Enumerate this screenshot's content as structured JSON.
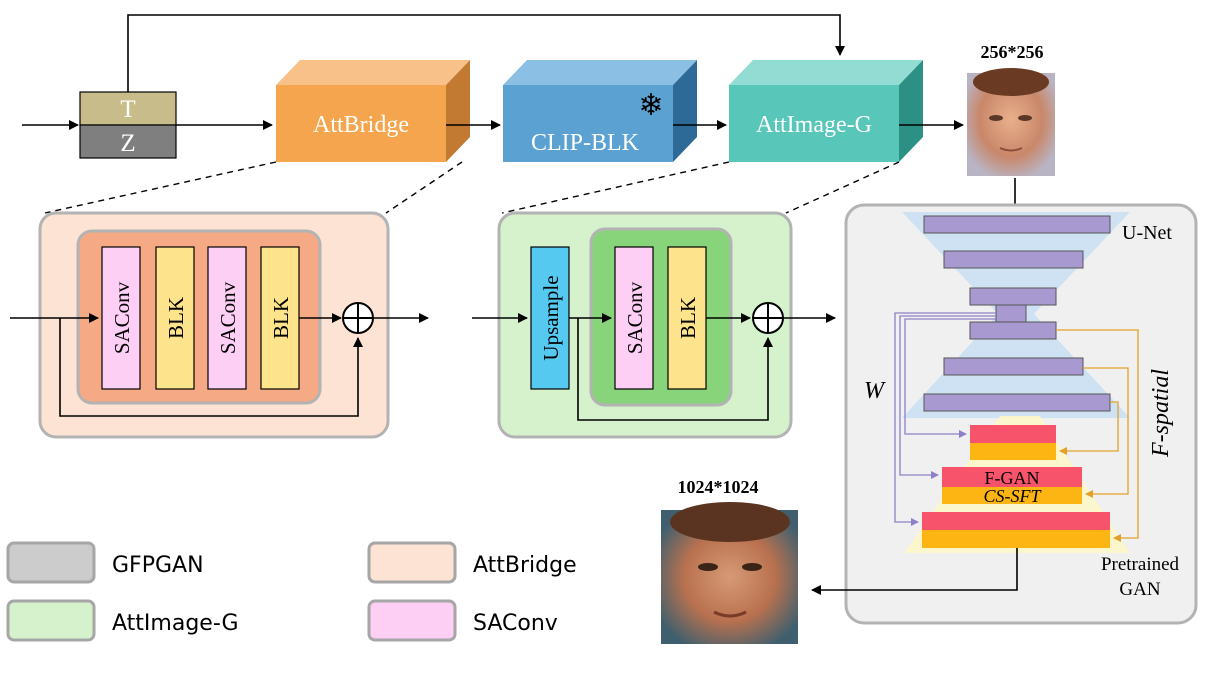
{
  "top": {
    "t_label": "T",
    "z_label": "Z",
    "attbridge_label": "AttBridge",
    "clip_label": "CLIP-BLK",
    "attimage_label": "AttImage-G",
    "snowflake_icon": "snowflake-icon"
  },
  "attbridge_detail": {
    "blocks": [
      "SAConv",
      "BLK",
      "SAConv",
      "BLK"
    ]
  },
  "attimage_detail": {
    "blocks": [
      "Upsample",
      "SAConv",
      "BLK"
    ]
  },
  "gfpgan": {
    "unet_label": "U-Net",
    "w_label": "W",
    "spatial_label": "F-spatial",
    "fgan_label": "F-GAN",
    "cssft_label": "CS-SFT",
    "pretrained_label_1": "Pretrained",
    "pretrained_label_2": "GAN"
  },
  "images": {
    "small_size": "256*256",
    "large_size": "1024*1024"
  },
  "legend": [
    {
      "label": "GFPGAN",
      "color": "#cccccc"
    },
    {
      "label": "AttBridge",
      "color": "#fde3d3"
    },
    {
      "label": "AttImage-G",
      "color": "#d5f2cc"
    },
    {
      "label": "SAConv",
      "color": "#fdcff5"
    }
  ],
  "colors": {
    "attbridge": "#f5a54d",
    "clip": "#5ba1d2",
    "attimage": "#58c6b8",
    "saconv": "#fdcff5",
    "blk": "#fde48c",
    "upsample": "#56c9f0",
    "unet": "#a89ad0",
    "fgan": "#f7536b",
    "cssft": "#fcb513"
  }
}
